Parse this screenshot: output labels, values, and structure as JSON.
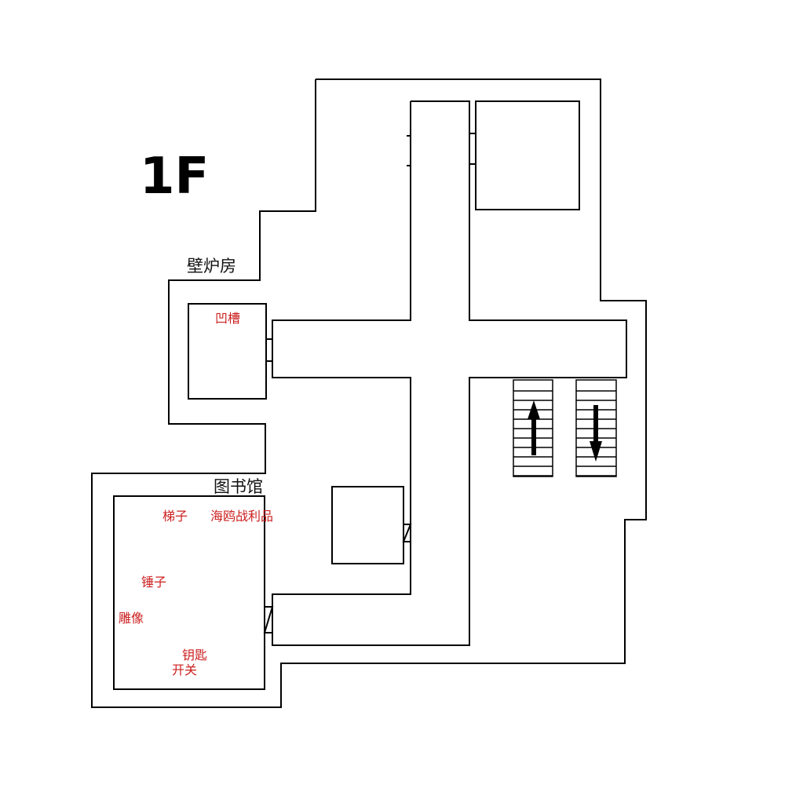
{
  "floor": "1F",
  "rooms": {
    "fireplace": "壁炉房",
    "library": "图书馆"
  },
  "items": {
    "groove": "凹槽",
    "ladder": "梯子",
    "gull_loot": "海鸥战利品",
    "hammer": "锤子",
    "statue": "雕像",
    "key": "钥匙",
    "switch": "开关"
  },
  "colors": {
    "wall": "#000000",
    "item_text": "#cc2020",
    "background": "#ffffff"
  },
  "stairs": [
    {
      "direction": "up",
      "icon": "arrow-up-icon"
    },
    {
      "direction": "down",
      "icon": "arrow-down-icon"
    }
  ]
}
